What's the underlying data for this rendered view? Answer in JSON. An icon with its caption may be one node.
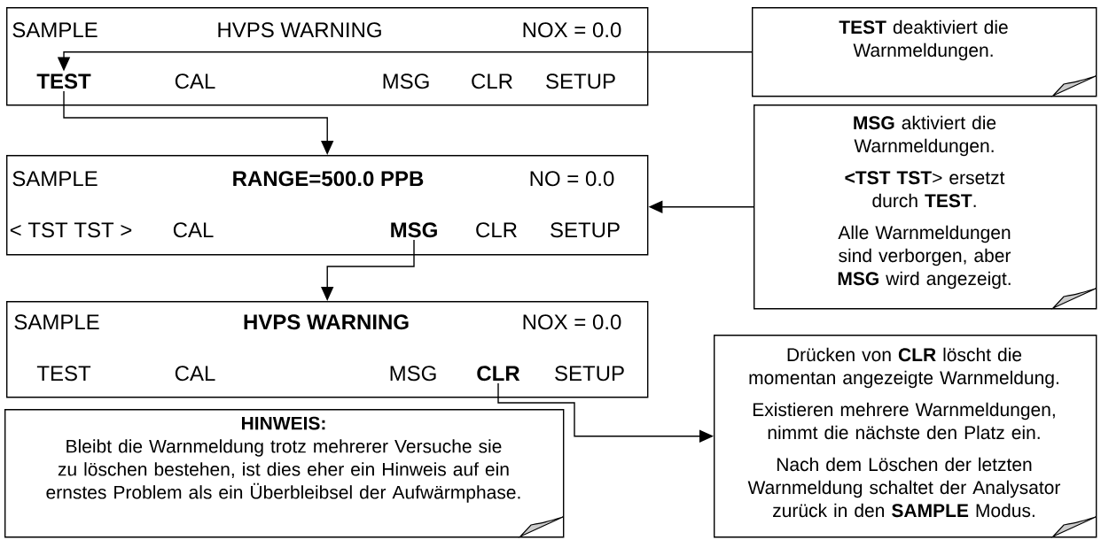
{
  "diagram": {
    "nodes": [
      {
        "text": [
          "SAMPLE",
          "HVPS WARNING",
          "NOX = 0.0",
          "CAL",
          "MSG",
          "CLR",
          "SETUP"
        ]
      },
      {
        "text": [
          "TEST"
        ],
        "in": 0
      },
      {
        "text": [
          "SAMPLE",
          "RANGE=500.0 PPB",
          "NO =  0.0",
          "< TST  TST >",
          "CAL",
          "CLR",
          "SETUP"
        ]
      },
      {
        "text": [
          "MSG"
        ],
        "in": 2
      },
      {
        "text": [
          "SAMPLE",
          "HVPS WARNING",
          "NOX = 0.0",
          "TEST",
          "CAL",
          "MSG",
          "SETUP"
        ]
      },
      {
        "text": [
          "CLR"
        ],
        "in": 4
      },
      {
        "text": [
          "**TEST** deaktiviert die Warnmeldungen."
        ]
      },
      {
        "text": [
          "**MSG** aktiviert die Warnmeldungen.",
          "**<TST  TST**> ersetzt durch **TEST**.",
          "Alle Warnmeldungen sind verborgen, aber **MSG** wird angezeigt."
        ]
      },
      {
        "text": [
          "Drücken von **CLR** löscht die momentan angezeigte Warnmeldung.",
          "Existieren mehrere Warnmeldungen, nimmt die nächste den Platz ein.",
          "Nach dem Löschen der letzten Warnmeldung schaltet der Analysator zurück in den **SAMPLE** Modus."
        ]
      },
      {
        "text": [
          "HINWEIS:",
          "Bleibt die Warnmeldung trotz mehrerer Versuche sie zu löschen bestehen, ist dies eher ein Hinweis auf ein ernstes Problem als ein Überbleibsel der Aufwärmphase."
        ]
      }
    ],
    "edges": [
      {
        "from": 6,
        "to": 1,
        "arrow": "to"
      },
      {
        "from": 1,
        "to": 2,
        "arrow": "to"
      },
      {
        "from": 7,
        "to": 2,
        "arrow": "to"
      },
      {
        "from": 3,
        "to": 4,
        "arrow": "to"
      },
      {
        "from": 5,
        "to": 8,
        "arrow": "to"
      }
    ]
  }
}
